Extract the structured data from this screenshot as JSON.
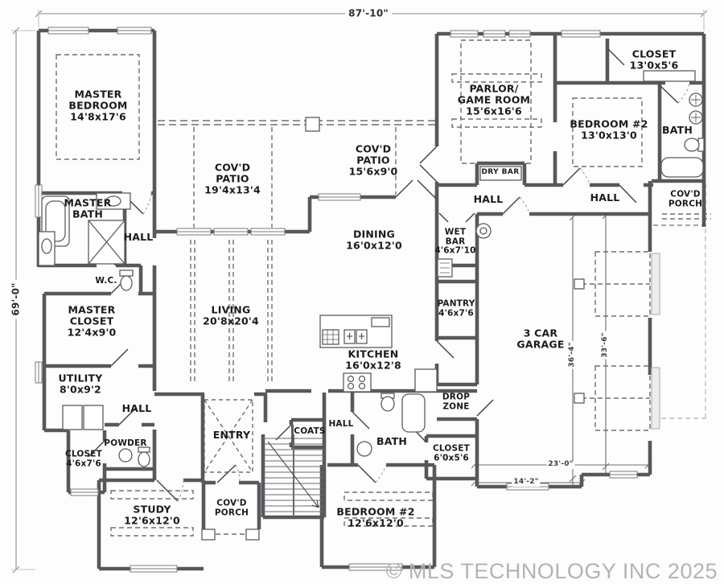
{
  "plan": {
    "rooms": {
      "master_bedroom": {
        "name": "MASTER\nBEDROOM",
        "size": "14'8x17'6"
      },
      "covd_patio_left": {
        "name": "COV'D\nPATIO",
        "size": "19'4x13'4"
      },
      "covd_patio_right": {
        "name": "COV'D\nPATIO",
        "size": "15'6x9'0"
      },
      "parlor_game_room": {
        "name": "PARLOR/\nGAME ROOM",
        "size": "15'6x16'6"
      },
      "closet_top_right": {
        "name": "CLOSET",
        "size": "13'0x5'6"
      },
      "bedroom2_right": {
        "name": "BEDROOM #2",
        "size": "13'0x13'0"
      },
      "bath_right": {
        "name": "BATH",
        "size": ""
      },
      "dry_bar": {
        "name": "DRY BAR",
        "size": ""
      },
      "hall_center": {
        "name": "HALL",
        "size": ""
      },
      "hall_right": {
        "name": "HALL",
        "size": ""
      },
      "covd_porch_right": {
        "name": "COV'D\nPORCH",
        "size": ""
      },
      "master_bath": {
        "name": "MASTER\nBATH",
        "size": ""
      },
      "hall_master": {
        "name": "HALL",
        "size": ""
      },
      "wc": {
        "name": "W.C.",
        "size": ""
      },
      "master_closet": {
        "name": "MASTER\nCLOSET",
        "size": "12'4x9'0"
      },
      "dining": {
        "name": "DINING",
        "size": "16'0x12'0"
      },
      "wet_bar": {
        "name": "WET\nBAR",
        "size": "4'6x7'10"
      },
      "living": {
        "name": "LIVING",
        "size": "20'8x20'4"
      },
      "pantry": {
        "name": "PANTRY",
        "size": "4'6x7'6"
      },
      "garage": {
        "name": "3 CAR\nGARAGE",
        "size": ""
      },
      "utility": {
        "name": "UTILITY",
        "size": "8'0x9'2"
      },
      "hall_utility": {
        "name": "HALL",
        "size": ""
      },
      "kitchen": {
        "name": "KITCHEN",
        "size": "16'0x12'8"
      },
      "drop_zone": {
        "name": "DROP\nZONE",
        "size": ""
      },
      "powder": {
        "name": "POWDER",
        "size": ""
      },
      "closet_left": {
        "name": "CLOSET",
        "size": "4'6x7'6"
      },
      "entry": {
        "name": "ENTRY",
        "size": ""
      },
      "coats": {
        "name": "COATS",
        "size": ""
      },
      "hall_mid": {
        "name": "HALL",
        "size": ""
      },
      "bath_mid": {
        "name": "BATH",
        "size": ""
      },
      "closet_mid": {
        "name": "CLOSET",
        "size": "6'0x5'6"
      },
      "study": {
        "name": "STUDY",
        "size": "12'6x12'0"
      },
      "covd_porch_front": {
        "name": "COV'D\nPORCH",
        "size": ""
      },
      "bedroom2_front": {
        "name": "BEDROOM #2",
        "size": "12'6x12'0"
      }
    },
    "dims": {
      "overall_width": "87'-10\"",
      "overall_depth": "69'-0\"",
      "garage_depth": "36'-4\"",
      "garage_side": "33'-6\"",
      "garage_width": "23'-0\"",
      "garage_door_span": "14'-2\""
    },
    "footer": {
      "copyright": "© MLS TECHNOLOGY INC 2025"
    }
  }
}
